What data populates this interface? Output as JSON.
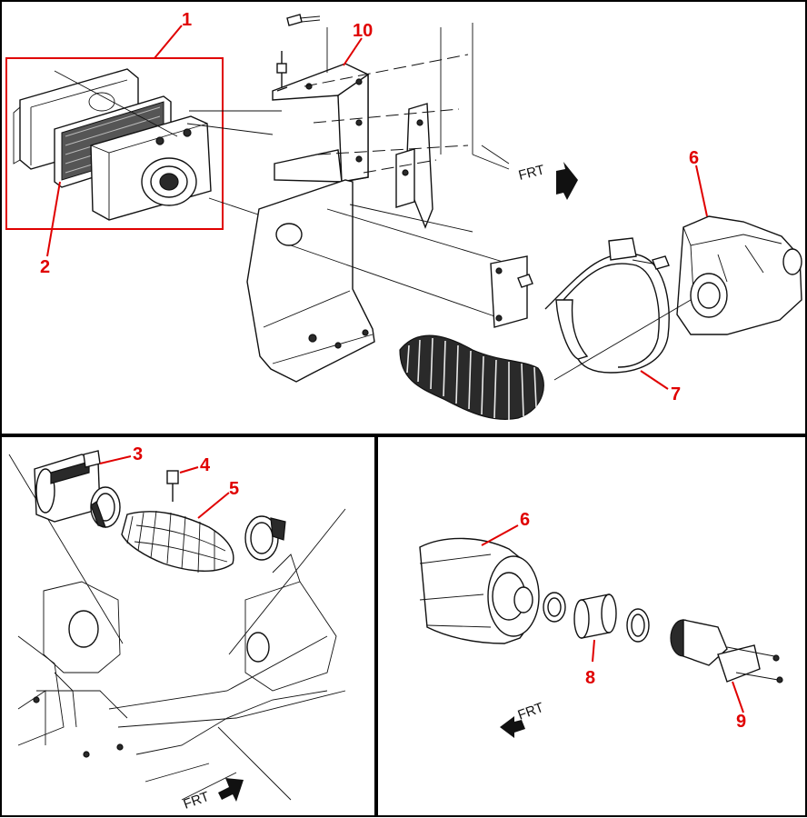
{
  "callouts": {
    "c1": "1",
    "c2": "2",
    "c3": "3",
    "c4": "4",
    "c5": "5",
    "c6_top": "6",
    "c6_bottom": "6",
    "c7": "7",
    "c8": "8",
    "c9": "9",
    "c10": "10"
  },
  "direction_labels": {
    "top": "FRT",
    "bottom_left": "FRT",
    "bottom_right": "FRT"
  },
  "colors": {
    "callout": "#e00000",
    "line": "#111111",
    "background": "#ffffff"
  }
}
